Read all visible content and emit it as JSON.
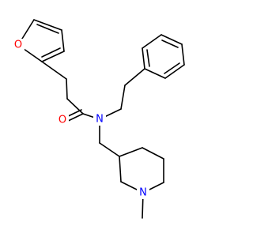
{
  "colors": {
    "background": "#ffffff",
    "bond": "#000000",
    "oxygen": "#ff0000",
    "nitrogen": "#0000ff"
  },
  "labels": {
    "furan_oxygen": "O",
    "carbonyl_oxygen": "O",
    "amide_nitrogen": "N",
    "piperidine_nitrogen": "N"
  }
}
